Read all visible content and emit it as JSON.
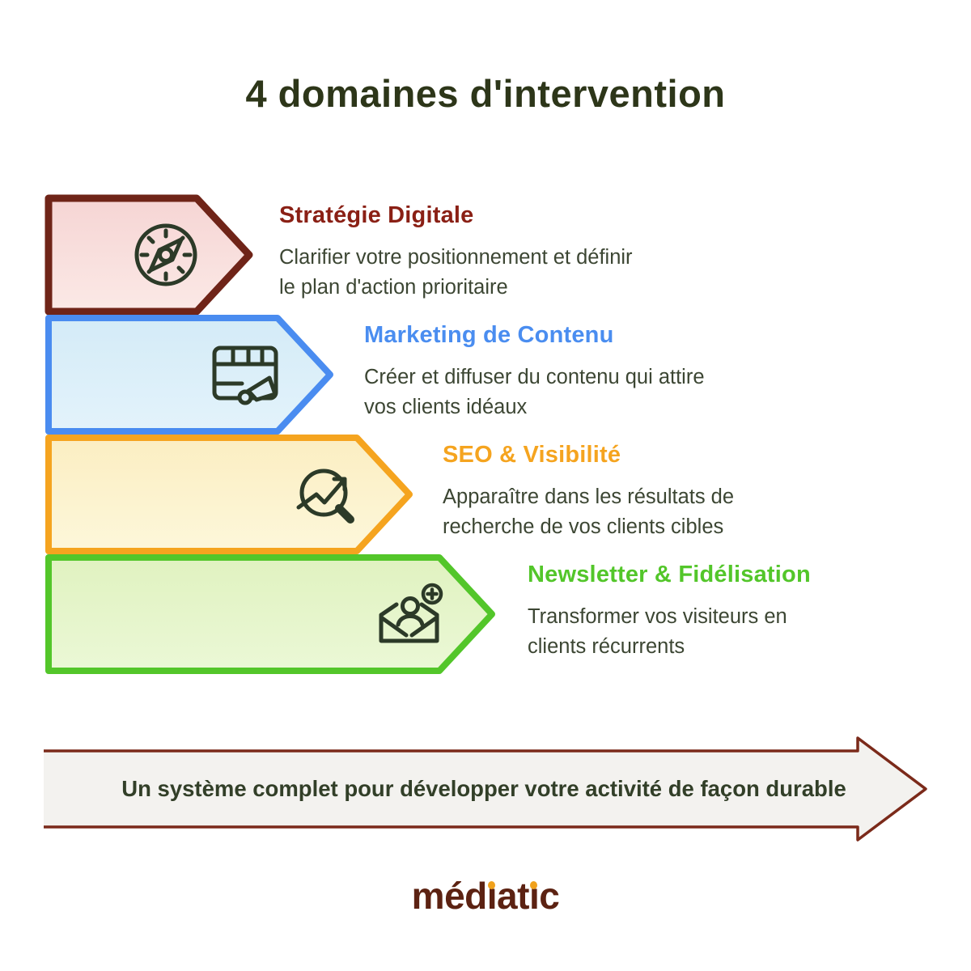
{
  "page": {
    "heading": "4 domaines d'intervention",
    "heading_color": "#2d3619",
    "background": "#ffffff"
  },
  "domains": [
    {
      "title": "Stratégie Digitale",
      "lines": [
        "Clarifier votre positionnement et définir",
        "le plan d'action prioritaire"
      ],
      "icon": "compass-icon",
      "title_color": "#8a2015",
      "border_color": "#6f2418",
      "fill_color": "#f8dcda"
    },
    {
      "title": "Marketing de Contenu",
      "lines": [
        "Créer et diffuser du contenu qui attire",
        "vos clients idéaux"
      ],
      "icon": "content-megaphone-icon",
      "title_color": "#4a8df0",
      "border_color": "#4a8cf0",
      "fill_color": "#d9edf8"
    },
    {
      "title": "SEO & Visibilité",
      "lines": [
        "Apparaître dans les résultats de",
        "recherche de vos clients cibles"
      ],
      "icon": "search-trend-icon",
      "title_color": "#f5a41f",
      "border_color": "#f5a41f",
      "fill_color": "#fcf2cb"
    },
    {
      "title": "Newsletter & Fidélisation",
      "lines": [
        "Transformer vos visiteurs en",
        "clients récurrents"
      ],
      "icon": "mail-subscriber-icon",
      "title_color": "#53c62a",
      "border_color": "#53c62a",
      "fill_color": "#e5f5c9"
    }
  ],
  "footer_arrow": {
    "text": "Un système complet pour développer votre activité de façon durable",
    "fill_color": "#f3f2ef",
    "border_color": "#7b2a1a",
    "text_color": "#323f28"
  },
  "logo": {
    "name": "médiatic",
    "p1": "méd",
    "i": "ı",
    "p2": "at",
    "p3": "c",
    "text_color": "#5c2212",
    "dot_color": "#f0a11c"
  }
}
